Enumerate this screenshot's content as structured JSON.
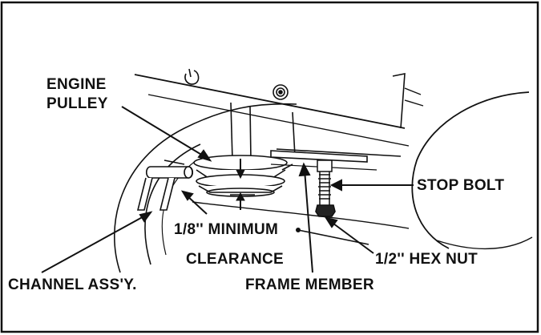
{
  "labels": {
    "engine_pulley_line1": "ENGINE",
    "engine_pulley_line2": "PULLEY",
    "stop_bolt": "STOP BOLT",
    "clearance_line1": "1/8'' MINIMUM",
    "clearance_line2": "CLEARANCE",
    "hex_nut": "1/2'' HEX NUT",
    "channel_assy": "CHANNEL ASS'Y.",
    "frame_member": "FRAME MEMBER"
  },
  "colors": {
    "ink": "#111111",
    "background": "#ffffff"
  }
}
